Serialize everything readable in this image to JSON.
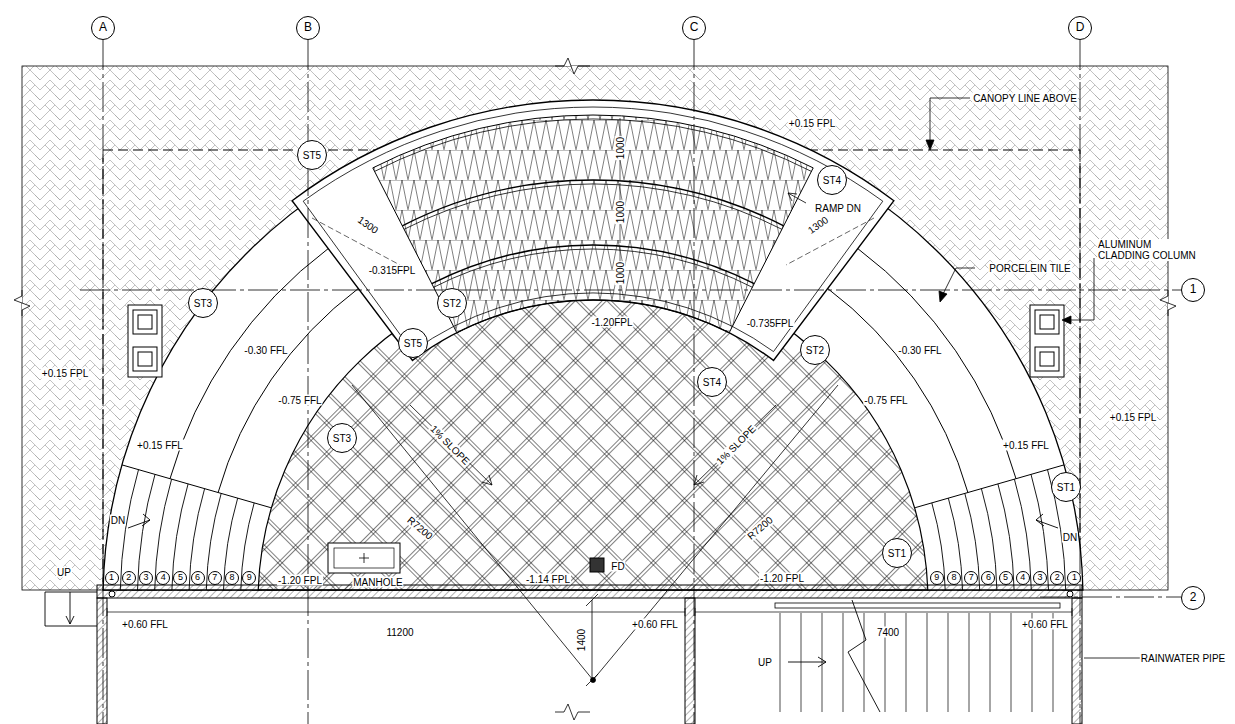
{
  "diagram": {
    "nodes": [
      {
        "text": [
          "A"
        ]
      },
      {
        "text": [
          "B"
        ]
      },
      {
        "text": [
          "C"
        ]
      },
      {
        "text": [
          "D"
        ]
      },
      {
        "text": [
          "ST5"
        ]
      },
      {
        "text": [
          "ST4"
        ]
      },
      {
        "text": [
          "ST3"
        ]
      },
      {
        "text": [
          "ST2"
        ]
      },
      {
        "text": [
          "1"
        ]
      },
      {
        "text": [
          "ST5"
        ]
      },
      {
        "text": [
          "ST2"
        ]
      },
      {
        "text": [
          "ST4"
        ]
      },
      {
        "text": [
          "ST3"
        ]
      },
      {
        "text": [
          "ST1"
        ]
      },
      {
        "text": [
          "ST1"
        ]
      },
      {
        "text": [
          "1"
        ]
      },
      {
        "text": [
          "2"
        ]
      },
      {
        "text": [
          "3"
        ]
      },
      {
        "text": [
          "4"
        ]
      },
      {
        "text": [
          "5"
        ]
      },
      {
        "text": [
          "6"
        ]
      },
      {
        "text": [
          "7"
        ]
      },
      {
        "text": [
          "8"
        ]
      },
      {
        "text": [
          "9"
        ]
      },
      {
        "text": [
          "9"
        ]
      },
      {
        "text": [
          "8"
        ]
      },
      {
        "text": [
          "7"
        ]
      },
      {
        "text": [
          "6"
        ]
      },
      {
        "text": [
          "5"
        ]
      },
      {
        "text": [
          "4"
        ]
      },
      {
        "text": [
          "3"
        ]
      },
      {
        "text": [
          "2"
        ]
      },
      {
        "text": [
          "1"
        ]
      },
      {
        "text": [
          "2"
        ]
      }
    ],
    "labels": [
      "+0.15 FPL",
      "CANOPY LINE ABOVE",
      "ALUMINUM CLADDING COLUMN",
      "PORCELEIN TILE",
      "RAMP DN",
      "1000",
      "1000",
      "1000",
      "1300",
      "1300",
      "+0.15 FPL",
      "-0.315FPL",
      "-1.20FPL",
      "-0.735FPL",
      "-0.30 FFL",
      "-0.30 FFL",
      "+0.15 FPL",
      "-0.75 FFL",
      "-0.75 FFL",
      "+0.15 FFL",
      "+0.15 FFL",
      "1% SLOPE",
      "1% SLOPE",
      "DN",
      "DN",
      "R7200",
      "R7200",
      "UP",
      "MANHOLE",
      "-1.20 FPL",
      "-1.14 FPL",
      "FD",
      "-1.20 FPL",
      "+0.60 FFL",
      "+0.60 FFL",
      "+0.60 FFL",
      "11200",
      "1400",
      "7400",
      "UP",
      "RAINWATER PIPE"
    ]
  }
}
